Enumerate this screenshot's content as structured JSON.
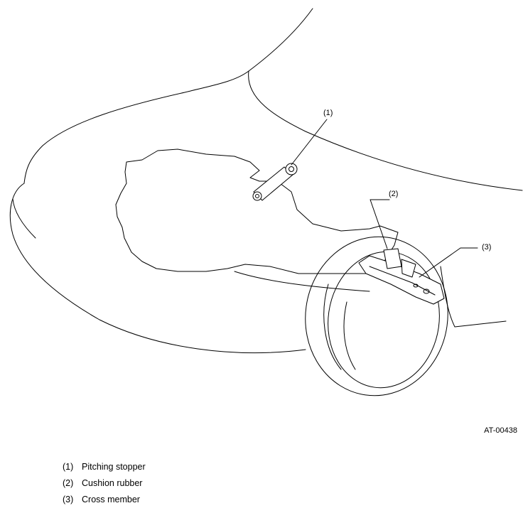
{
  "callouts": {
    "c1": "(1)",
    "c2": "(2)",
    "c3": "(3)"
  },
  "figure_code": "AT-00438",
  "legend": [
    {
      "num": "(1)",
      "label": "Pitching stopper"
    },
    {
      "num": "(2)",
      "label": "Cushion rubber"
    },
    {
      "num": "(3)",
      "label": "Cross member"
    }
  ]
}
